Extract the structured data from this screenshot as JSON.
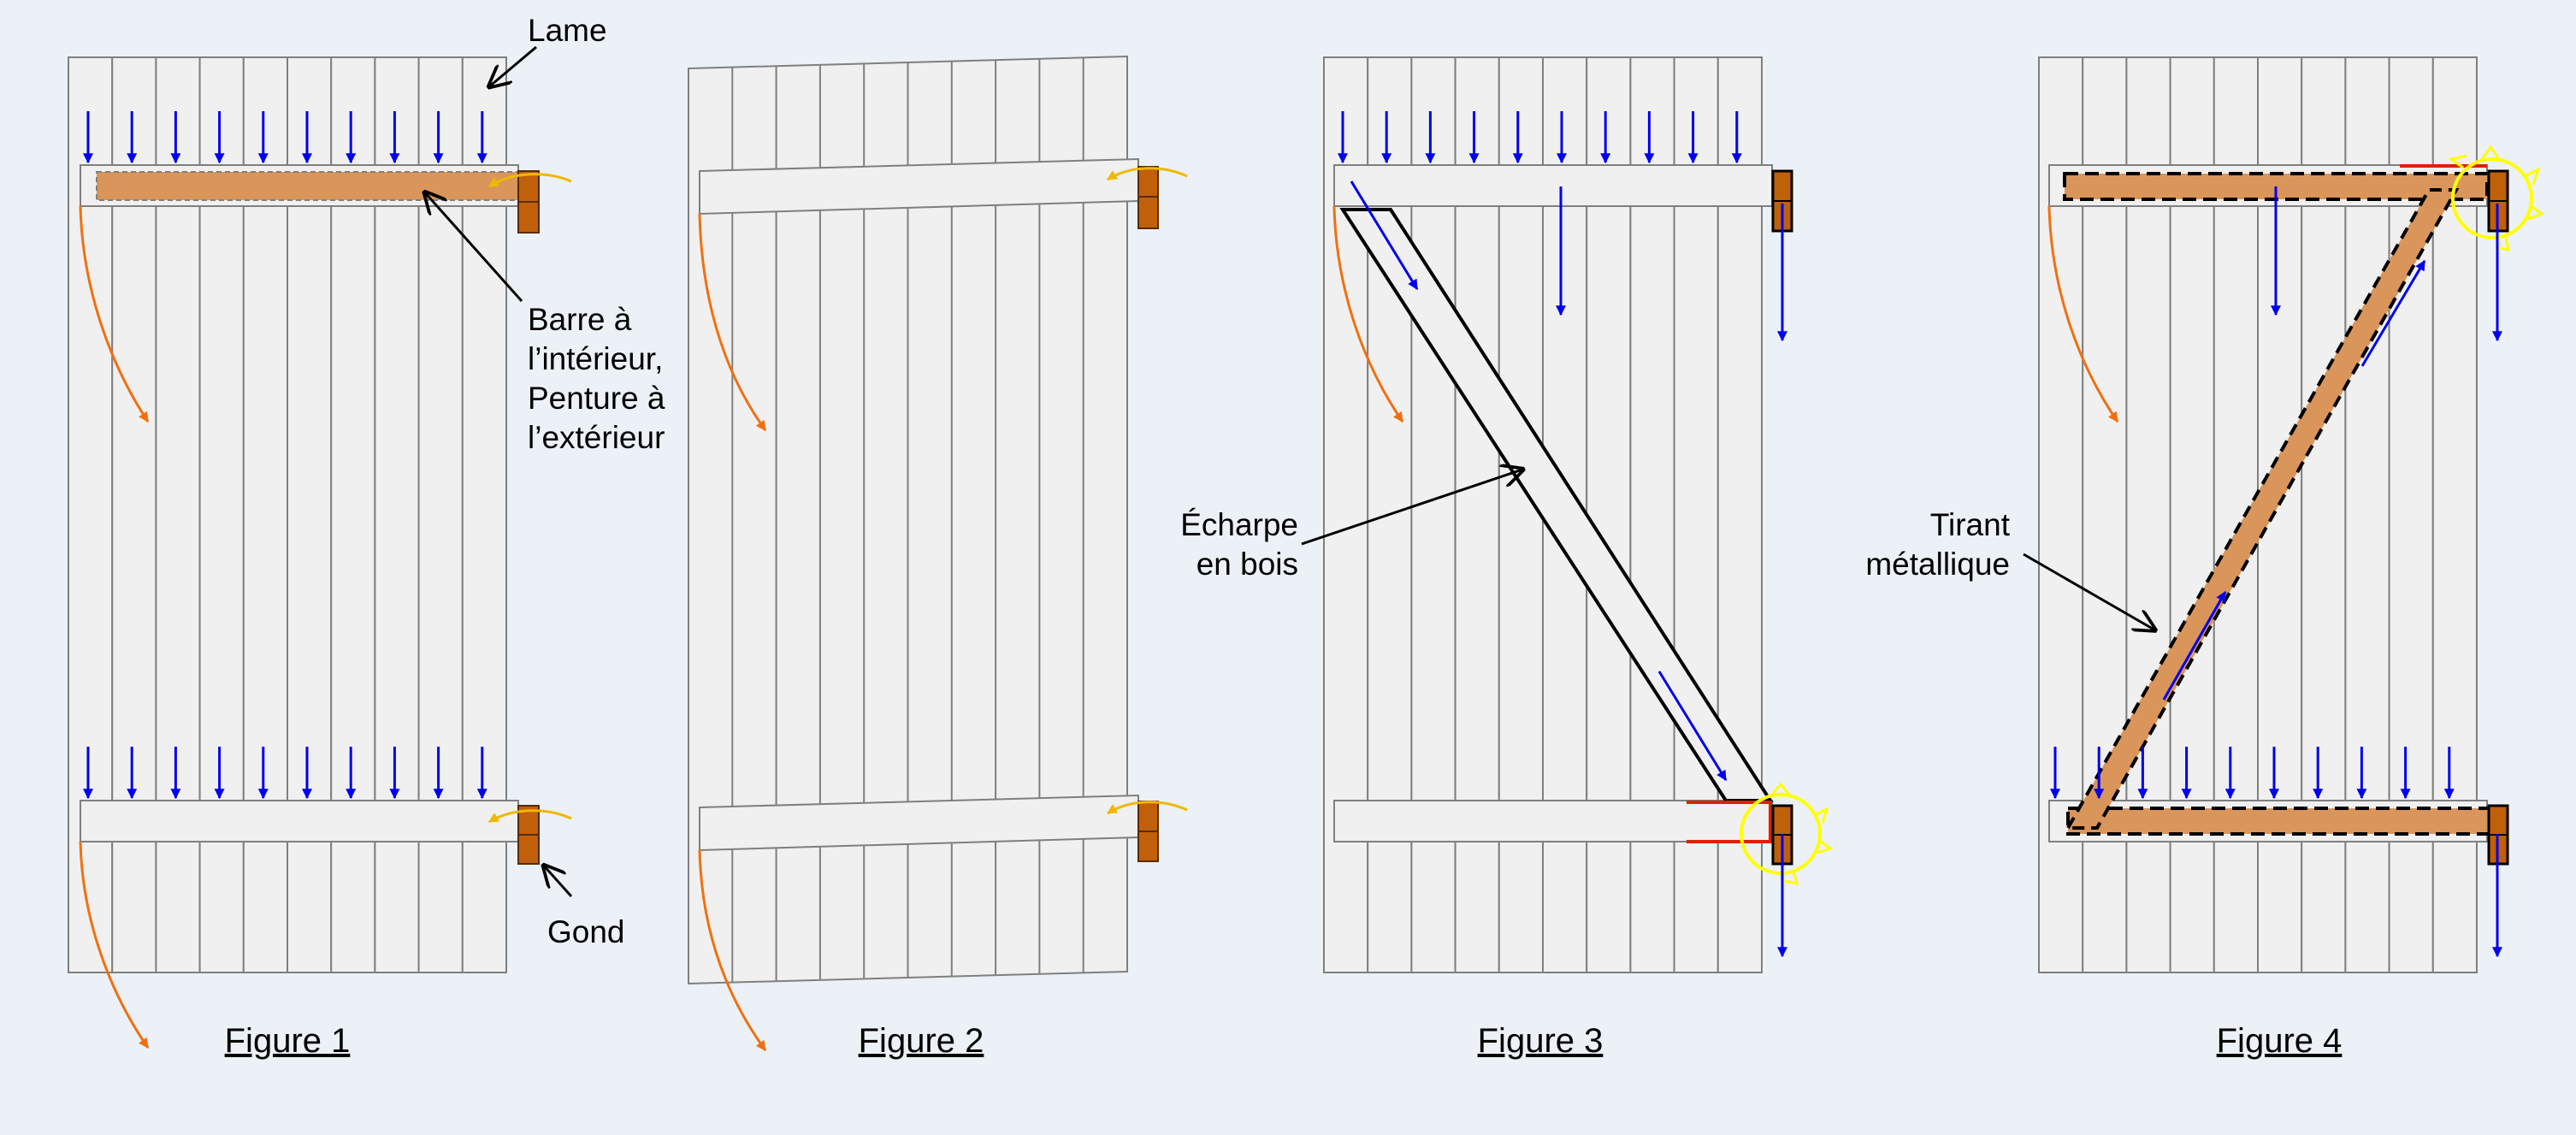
{
  "figures": [
    {
      "caption": "Figure 1"
    },
    {
      "caption": "Figure 2"
    },
    {
      "caption": "Figure 3"
    },
    {
      "caption": "Figure 4"
    }
  ],
  "labels": {
    "lame": "Lame",
    "barre_line1": "Barre à",
    "barre_line2": "l’intérieur,",
    "barre_line3": "Penture à",
    "barre_line4": "l’extérieur",
    "gond": "Gond",
    "echarpe_line1": "Écharpe",
    "echarpe_line2": "en bois",
    "tirant_line1": "Tirant",
    "tirant_line2": "métallique"
  },
  "colors": {
    "background": "#ebf1f6",
    "plank_fill": "#f0f0f0",
    "plank_stroke": "#7f7f7f",
    "load_arrow": "#0000ee",
    "swing_arrow": "#f07010",
    "hinge_arrow": "#f0b800",
    "penture": "#d9955a",
    "gond": "#c0600a",
    "pivot_circle": "#ffff00",
    "reaction_red": "#e02000"
  }
}
